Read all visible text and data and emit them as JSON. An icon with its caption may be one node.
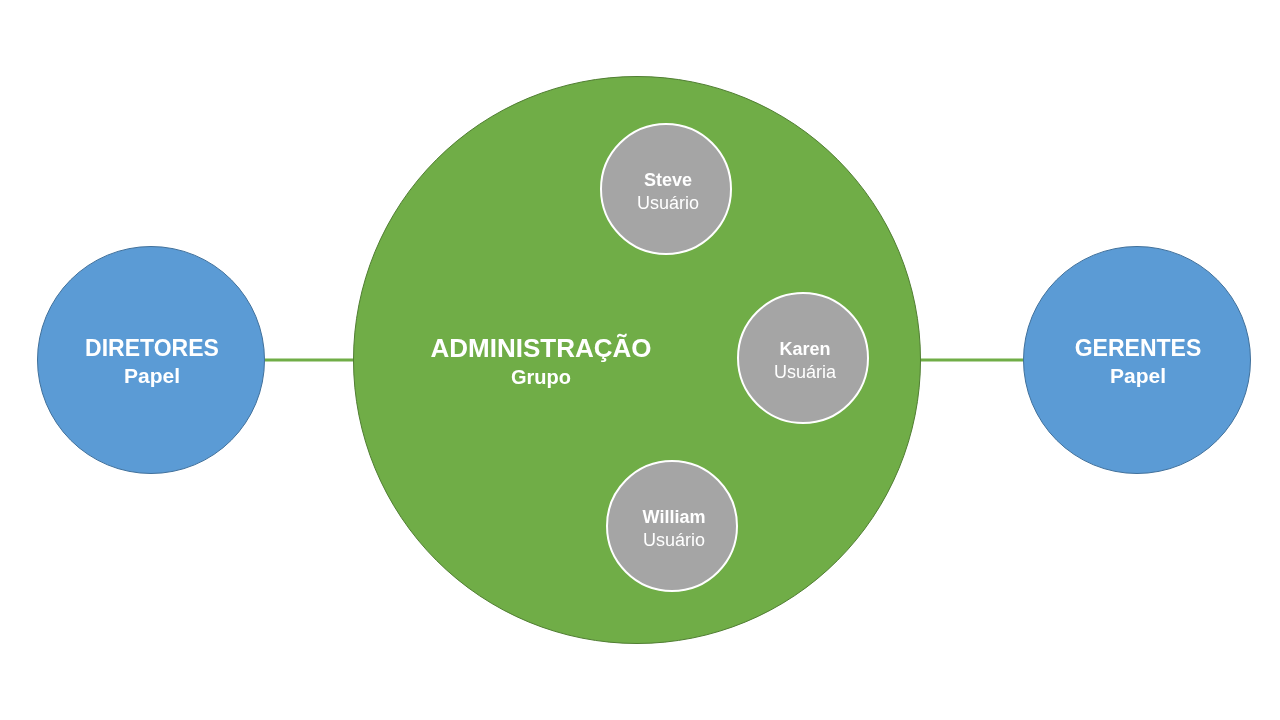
{
  "diagram": {
    "nodes": [
      {
        "text": [
          "DIRETORES",
          "Papel"
        ]
      },
      {
        "text": [
          "ADMINISTRAÇÃO",
          "Grupo"
        ]
      },
      {
        "text": [
          "Steve",
          "Usuário"
        ],
        "in": 1
      },
      {
        "text": [
          "Karen",
          "Usuária"
        ],
        "in": 1
      },
      {
        "text": [
          "William",
          "Usuário"
        ],
        "in": 1
      },
      {
        "text": [
          "GERENTES",
          "Papel"
        ]
      }
    ],
    "edges": [
      {
        "from": 0,
        "to": 1,
        "arrow": "none"
      },
      {
        "from": 1,
        "to": 5,
        "arrow": "none"
      }
    ]
  }
}
